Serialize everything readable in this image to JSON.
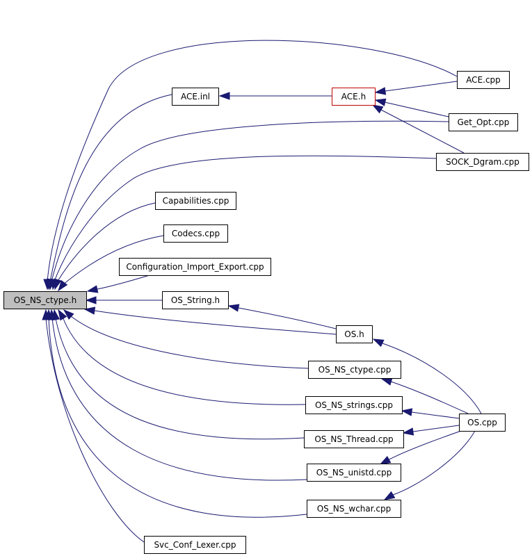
{
  "diagram": {
    "root_id": "os_ns_ctype_h",
    "highlight_id": "ace_h",
    "colors": {
      "edge": "#191970",
      "node_border": "#000000",
      "root_fill": "#bfbfbf",
      "highlight_border": "#bf0000",
      "background": "#ffffff"
    },
    "nodes": [
      {
        "id": "os_ns_ctype_h",
        "label": "OS_NS_ctype.h"
      },
      {
        "id": "ace_inl",
        "label": "ACE.inl"
      },
      {
        "id": "ace_h",
        "label": "ACE.h"
      },
      {
        "id": "ace_cpp",
        "label": "ACE.cpp"
      },
      {
        "id": "get_opt_cpp",
        "label": "Get_Opt.cpp"
      },
      {
        "id": "sock_dgram_cpp",
        "label": "SOCK_Dgram.cpp"
      },
      {
        "id": "capabilities_cpp",
        "label": "Capabilities.cpp"
      },
      {
        "id": "codecs_cpp",
        "label": "Codecs.cpp"
      },
      {
        "id": "config_import_export_cpp",
        "label": "Configuration_Import_Export.cpp"
      },
      {
        "id": "os_string_h",
        "label": "OS_String.h"
      },
      {
        "id": "os_h",
        "label": "OS.h"
      },
      {
        "id": "os_ns_ctype_cpp",
        "label": "OS_NS_ctype.cpp"
      },
      {
        "id": "os_ns_strings_cpp",
        "label": "OS_NS_strings.cpp"
      },
      {
        "id": "os_cpp",
        "label": "OS.cpp"
      },
      {
        "id": "os_ns_thread_cpp",
        "label": "OS_NS_Thread.cpp"
      },
      {
        "id": "os_ns_unistd_cpp",
        "label": "OS_NS_unistd.cpp"
      },
      {
        "id": "os_ns_wchar_cpp",
        "label": "OS_NS_wchar.cpp"
      },
      {
        "id": "svc_conf_lexer_cpp",
        "label": "Svc_Conf_Lexer.cpp"
      }
    ],
    "edges": [
      {
        "from": "ace_cpp",
        "to": "os_ns_ctype_h"
      },
      {
        "from": "ace_inl",
        "to": "os_ns_ctype_h"
      },
      {
        "from": "get_opt_cpp",
        "to": "os_ns_ctype_h"
      },
      {
        "from": "sock_dgram_cpp",
        "to": "os_ns_ctype_h"
      },
      {
        "from": "capabilities_cpp",
        "to": "os_ns_ctype_h"
      },
      {
        "from": "codecs_cpp",
        "to": "os_ns_ctype_h"
      },
      {
        "from": "config_import_export_cpp",
        "to": "os_ns_ctype_h"
      },
      {
        "from": "os_string_h",
        "to": "os_ns_ctype_h"
      },
      {
        "from": "os_h",
        "to": "os_ns_ctype_h"
      },
      {
        "from": "os_ns_ctype_cpp",
        "to": "os_ns_ctype_h"
      },
      {
        "from": "os_ns_strings_cpp",
        "to": "os_ns_ctype_h"
      },
      {
        "from": "os_ns_thread_cpp",
        "to": "os_ns_ctype_h"
      },
      {
        "from": "os_ns_unistd_cpp",
        "to": "os_ns_ctype_h"
      },
      {
        "from": "os_ns_wchar_cpp",
        "to": "os_ns_ctype_h"
      },
      {
        "from": "svc_conf_lexer_cpp",
        "to": "os_ns_ctype_h"
      },
      {
        "from": "ace_h",
        "to": "ace_inl"
      },
      {
        "from": "ace_cpp",
        "to": "ace_h"
      },
      {
        "from": "get_opt_cpp",
        "to": "ace_h"
      },
      {
        "from": "sock_dgram_cpp",
        "to": "ace_h"
      },
      {
        "from": "os_h",
        "to": "os_string_h"
      },
      {
        "from": "os_cpp",
        "to": "os_h"
      },
      {
        "from": "os_cpp",
        "to": "os_ns_ctype_cpp"
      },
      {
        "from": "os_cpp",
        "to": "os_ns_strings_cpp"
      },
      {
        "from": "os_cpp",
        "to": "os_ns_thread_cpp"
      },
      {
        "from": "os_cpp",
        "to": "os_ns_unistd_cpp"
      },
      {
        "from": "os_cpp",
        "to": "os_ns_wchar_cpp"
      }
    ]
  }
}
